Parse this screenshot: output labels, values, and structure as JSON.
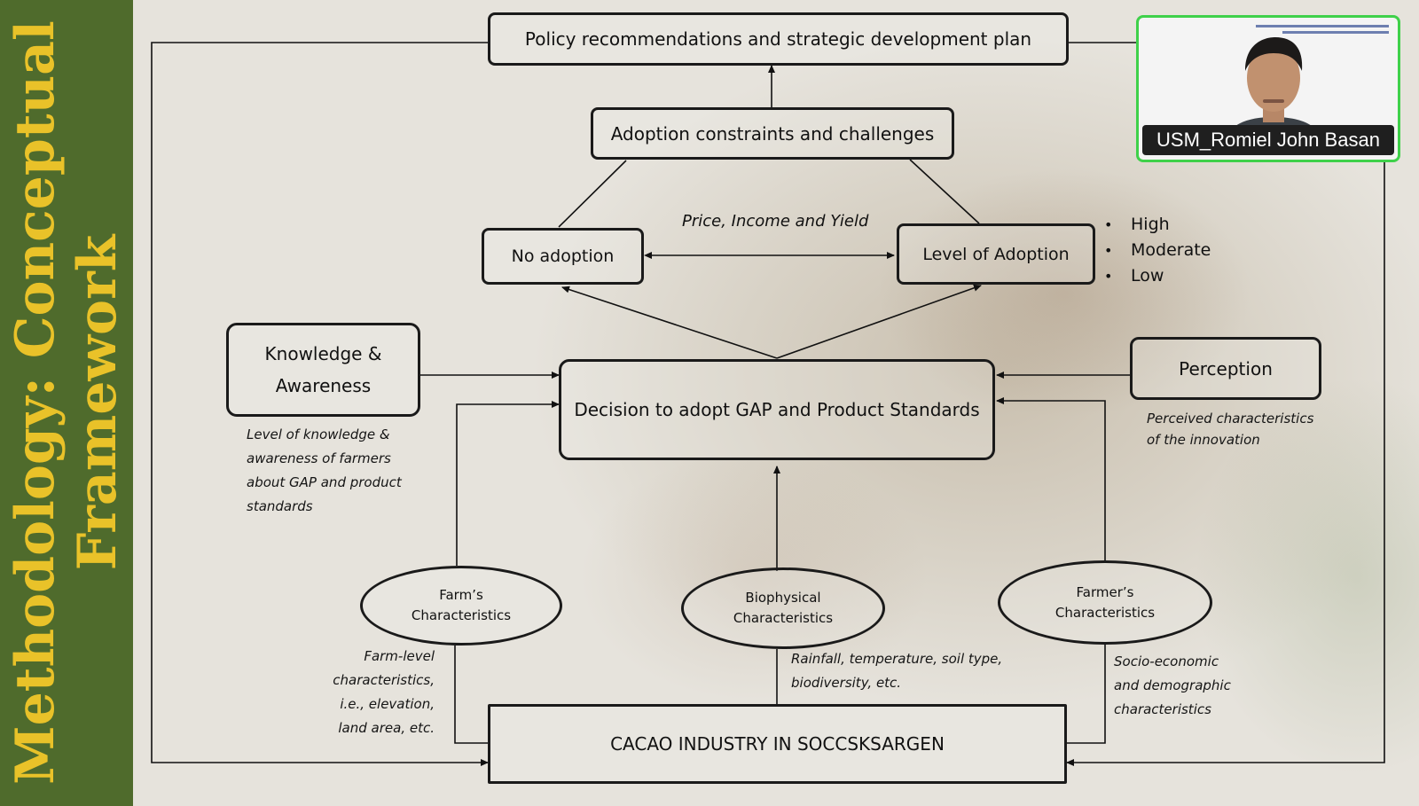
{
  "sidebar": {
    "title_line1": "Methodology: Conceptual",
    "title_line2": "Framework"
  },
  "diagram": {
    "policy": "Policy recommendations and strategic development plan",
    "constraints": "Adoption constraints and challenges",
    "no_adoption": "No adoption",
    "level_adoption": "Level of Adoption",
    "price_label": "Price, Income and Yield",
    "levels": [
      "High",
      "Moderate",
      "Low"
    ],
    "knowledge_line1": "Knowledge &",
    "knowledge_line2": "Awareness",
    "knowledge_note": [
      "Level of knowledge &",
      "awareness of farmers",
      "about GAP and product",
      "standards"
    ],
    "decision": "Decision to adopt GAP and Product Standards",
    "perception": "Perception",
    "perception_note": [
      "Perceived characteristics",
      "of the innovation"
    ],
    "farm_line1": "Farm’s",
    "farm_line2": "Characteristics",
    "farm_note": [
      "Farm-level",
      "characteristics,",
      "i.e., elevation,",
      "land area, etc."
    ],
    "bio_line1": "Biophysical",
    "bio_line2": "Characteristics",
    "bio_note": [
      "Rainfall, temperature, soil type,",
      "biodiversity, etc."
    ],
    "farmer_line1": "Farmer’s",
    "farmer_line2": "Characteristics",
    "farmer_note": [
      "Socio-economic",
      "and demographic",
      "characteristics"
    ],
    "cacao": "CACAO INDUSTRY IN SOCCSKSARGEN"
  },
  "video": {
    "participant_name": "USM_Romiel John Basan",
    "border_color": "#3fd14a"
  },
  "colors": {
    "sidebar_bg": "#4f6b2c",
    "sidebar_text": "#e9c229"
  }
}
